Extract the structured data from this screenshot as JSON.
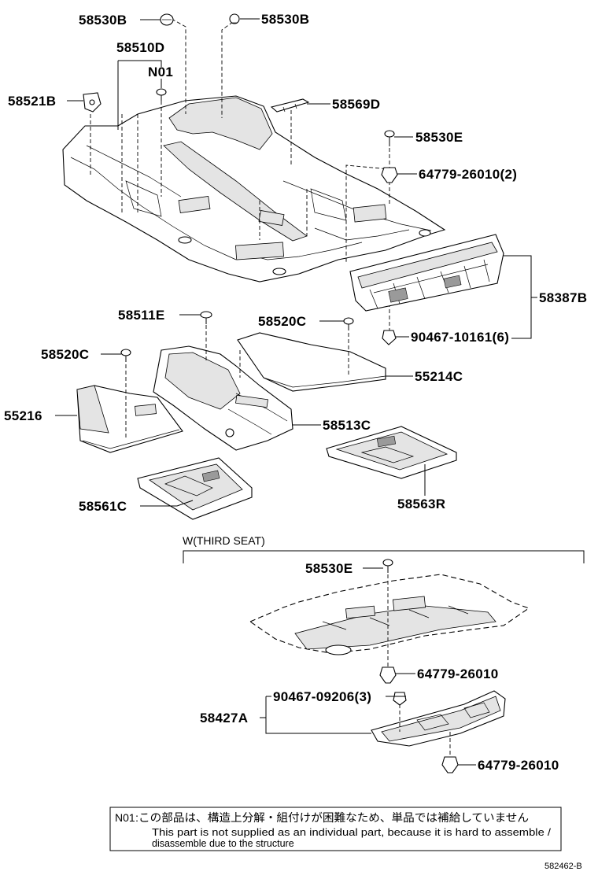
{
  "labels": {
    "p58530b_left": "58530B",
    "p58530b_right": "58530B",
    "p58510d": "58510D",
    "n01_marker": "N01",
    "p58521b": "58521B",
    "p58569d": "58569D",
    "p58530e_top": "58530E",
    "p64779_top": "64779-26010(2)",
    "p58387b": "58387B",
    "p90467_10161": "90467-10161(6)",
    "p58511e": "58511E",
    "p58520c_right": "58520C",
    "p58520c_left": "58520C",
    "p55214c": "55214C",
    "p55216": "55216",
    "p58513c": "58513C",
    "p58561c": "58561C",
    "p58563r": "58563R",
    "p58530e_third": "58530E",
    "p64779_third_upper": "64779-26010",
    "p90467_09206": "90467-09206(3)",
    "p58427a": "58427A",
    "p64779_third_lower": "64779-26010"
  },
  "section": {
    "third_seat_title": "W(THIRD SEAT)"
  },
  "note": {
    "key": "N01",
    "jp": ":この部品は、構造上分解・組付けが困難なため、単品では補給していません",
    "en_line1": "This part is not supplied as an individual part, because it is hard to assemble /",
    "en_line2": "disassemble due to the structure"
  },
  "drawing_code": "582462-B"
}
